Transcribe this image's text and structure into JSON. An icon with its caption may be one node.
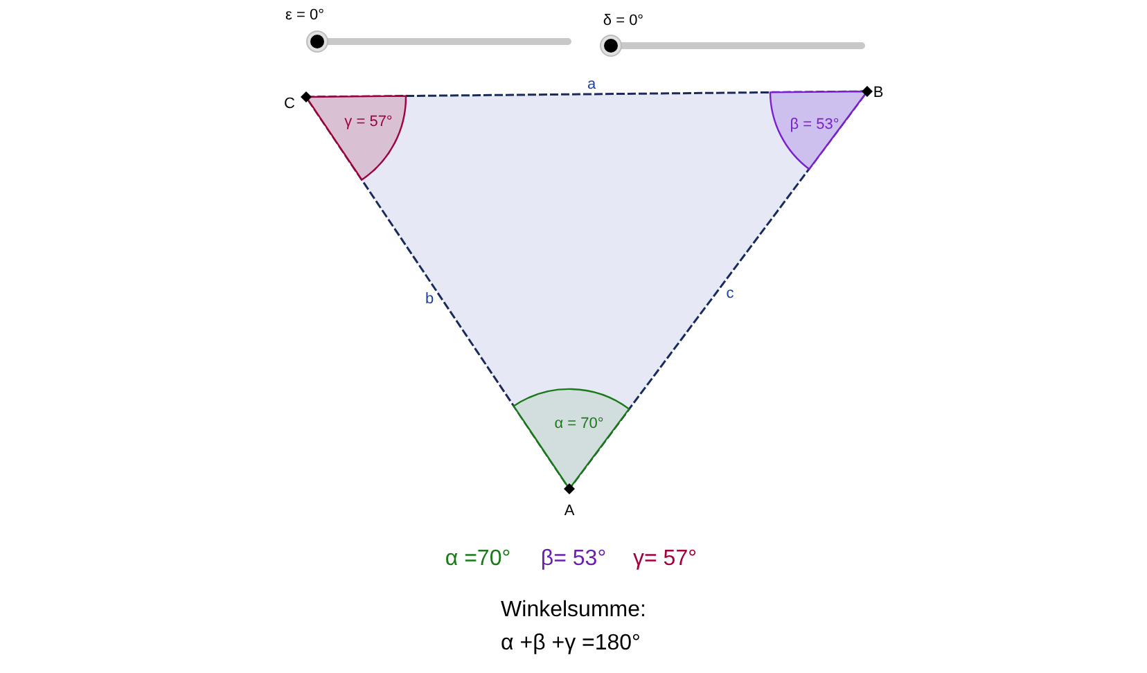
{
  "diagram": {
    "labels": [
      "ε = 0°",
      "δ = 0°",
      "C",
      "a",
      "B",
      "γ = 57°",
      "β = 53°",
      "b",
      "c",
      "α = 70°",
      "A",
      "α =70°",
      "β= 53°",
      "γ= 57°",
      "Winkelsumme:",
      "α +β +γ =180°"
    ]
  }
}
